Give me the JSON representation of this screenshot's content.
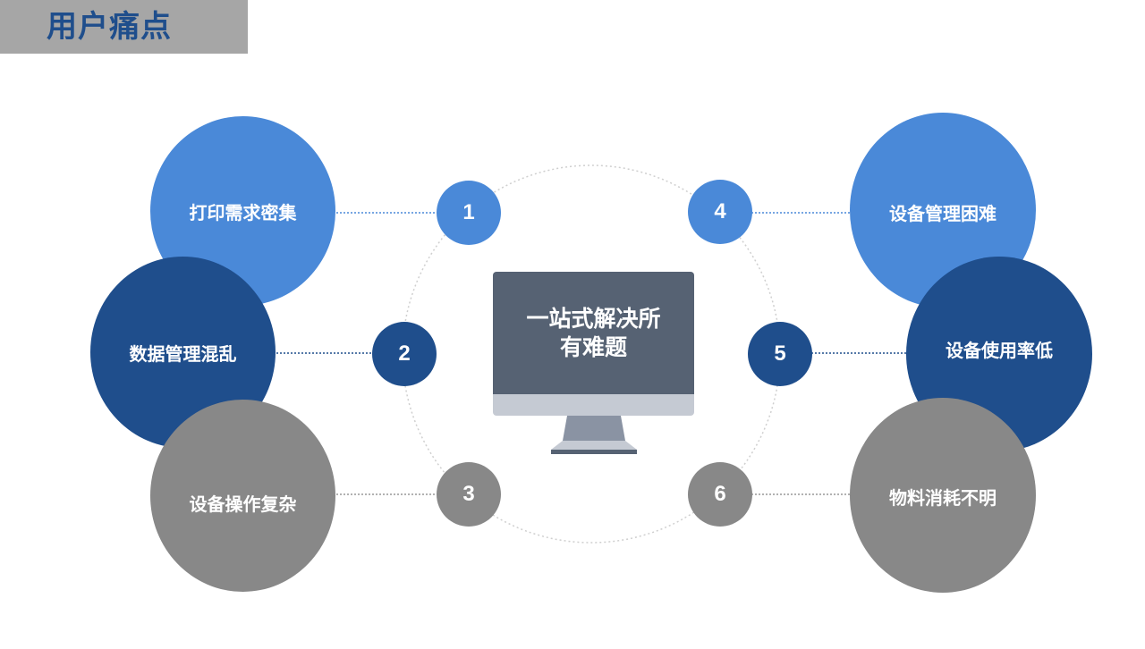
{
  "title": "用户痛点",
  "center": {
    "text": "一站式解决所有难题"
  },
  "colors": {
    "light_blue": "#4a89d8",
    "dark_blue": "#1f4e8c",
    "gray": "#888888"
  },
  "items": [
    {
      "number": "1",
      "label": "打印需求密集",
      "color": "light_blue"
    },
    {
      "number": "2",
      "label": "数据管理混乱",
      "color": "dark_blue"
    },
    {
      "number": "3",
      "label": "设备操作复杂",
      "color": "gray"
    },
    {
      "number": "4",
      "label": "设备管理困难",
      "color": "light_blue"
    },
    {
      "number": "5",
      "label": "设备使用率低",
      "color": "dark_blue"
    },
    {
      "number": "6",
      "label": "物料消耗不明",
      "color": "gray"
    }
  ]
}
